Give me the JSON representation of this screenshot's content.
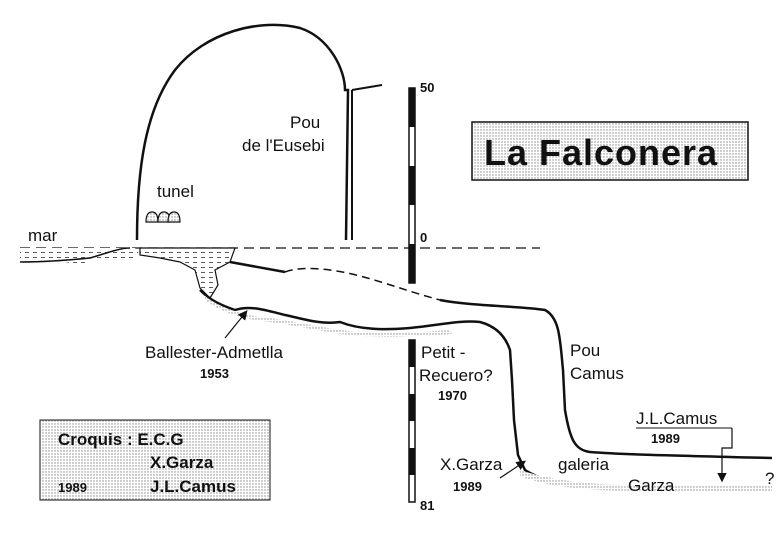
{
  "title": "La Falconera",
  "labels": {
    "mar": "mar",
    "tunel": "tunel",
    "pou_eusebi_1": "Pou",
    "pou_eusebi_2": "de l'Eusebi",
    "ballester": "Ballester-Admetlla",
    "ballester_year": "1953",
    "petit_1": "Petit -",
    "petit_2": "Recuero?",
    "petit_year": "1970",
    "pou_camus_1": "Pou",
    "pou_camus_2": "Camus",
    "jl_camus": "J.L.Camus",
    "jl_camus_year": "1989",
    "xgarza": "X.Garza",
    "xgarza_year": "1989",
    "galeria": "galeria",
    "garza": "Garza",
    "question": "?"
  },
  "scale_top": {
    "top_label": "50",
    "zero_label": "0"
  },
  "scale_bottom": {
    "bottom_label": "81"
  },
  "credits": {
    "croquis": "Croquis : E.C.G",
    "line2": "X.Garza",
    "year": "1989",
    "line3": "J.L.Camus"
  },
  "colors": {
    "ink": "#111111",
    "stipple": "#c8c8c8",
    "background": "#ffffff"
  }
}
